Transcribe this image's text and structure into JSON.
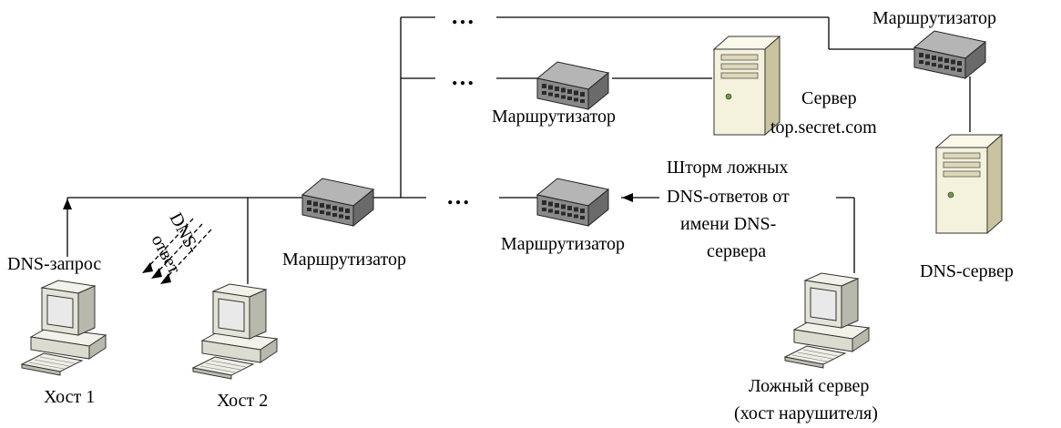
{
  "labels": {
    "router_top_right": "Маршрутизатор",
    "router_mid": "Маршрутизатор",
    "router_center": "Маршрутизатор",
    "router_lower": "Маршрутизатор",
    "server_name_1": "Сервер",
    "server_name_2": "top.secret.com",
    "dns_server": "DNS-сервер",
    "storm_1": "Шторм ложных",
    "storm_2": "DNS-ответов от",
    "storm_3": "имени DNS-",
    "storm_4": "сервера",
    "dns_request": "DNS-запрос",
    "dns_response_1": "DNS-",
    "dns_response_2": "ответ",
    "host1": "Хост 1",
    "host2": "Хост 2",
    "fake_server_1": "Ложный сервер",
    "fake_server_2": "(хост нарушителя)",
    "ellipsis": "…"
  },
  "colors": {
    "line": "#000000",
    "router_body": "#8a8a8a",
    "router_dark": "#3a3a3a",
    "server_body": "#f4f1dc",
    "server_side": "#c9c3a0",
    "pc_body": "#ecebe3",
    "pc_screen": "#e6e6e6"
  }
}
